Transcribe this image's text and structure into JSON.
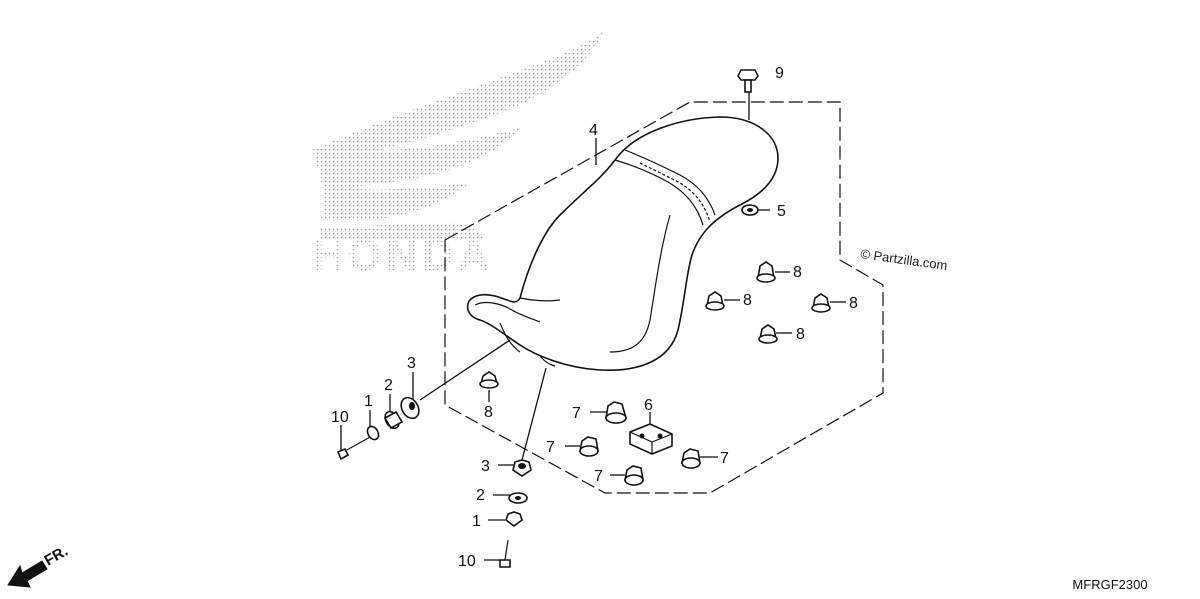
{
  "diagram": {
    "logo_text": "HONDA",
    "watermark": "© Partzilla.com",
    "direction_label": "FR.",
    "diagram_code": "MFRGF2300",
    "callouts": {
      "seat": "4",
      "bolt_top": "9",
      "collar": "5",
      "rubber_cushion_a": "8",
      "rubber_cushion_b": "8",
      "rubber_cushion_c": "8",
      "rubber_cushion_d": "8",
      "rubber_cushion_e": "8",
      "grommet_left": "3",
      "washer_left": "2",
      "collar_left": "1",
      "bolt_left": "10",
      "grommet_bottom": "3",
      "washer_bottom": "2",
      "collar_bottom": "1",
      "bolt_bottom": "10",
      "bracket": "6",
      "cushion_7a": "7",
      "cushion_7b": "7",
      "cushion_7c": "7",
      "cushion_7d": "7"
    }
  }
}
